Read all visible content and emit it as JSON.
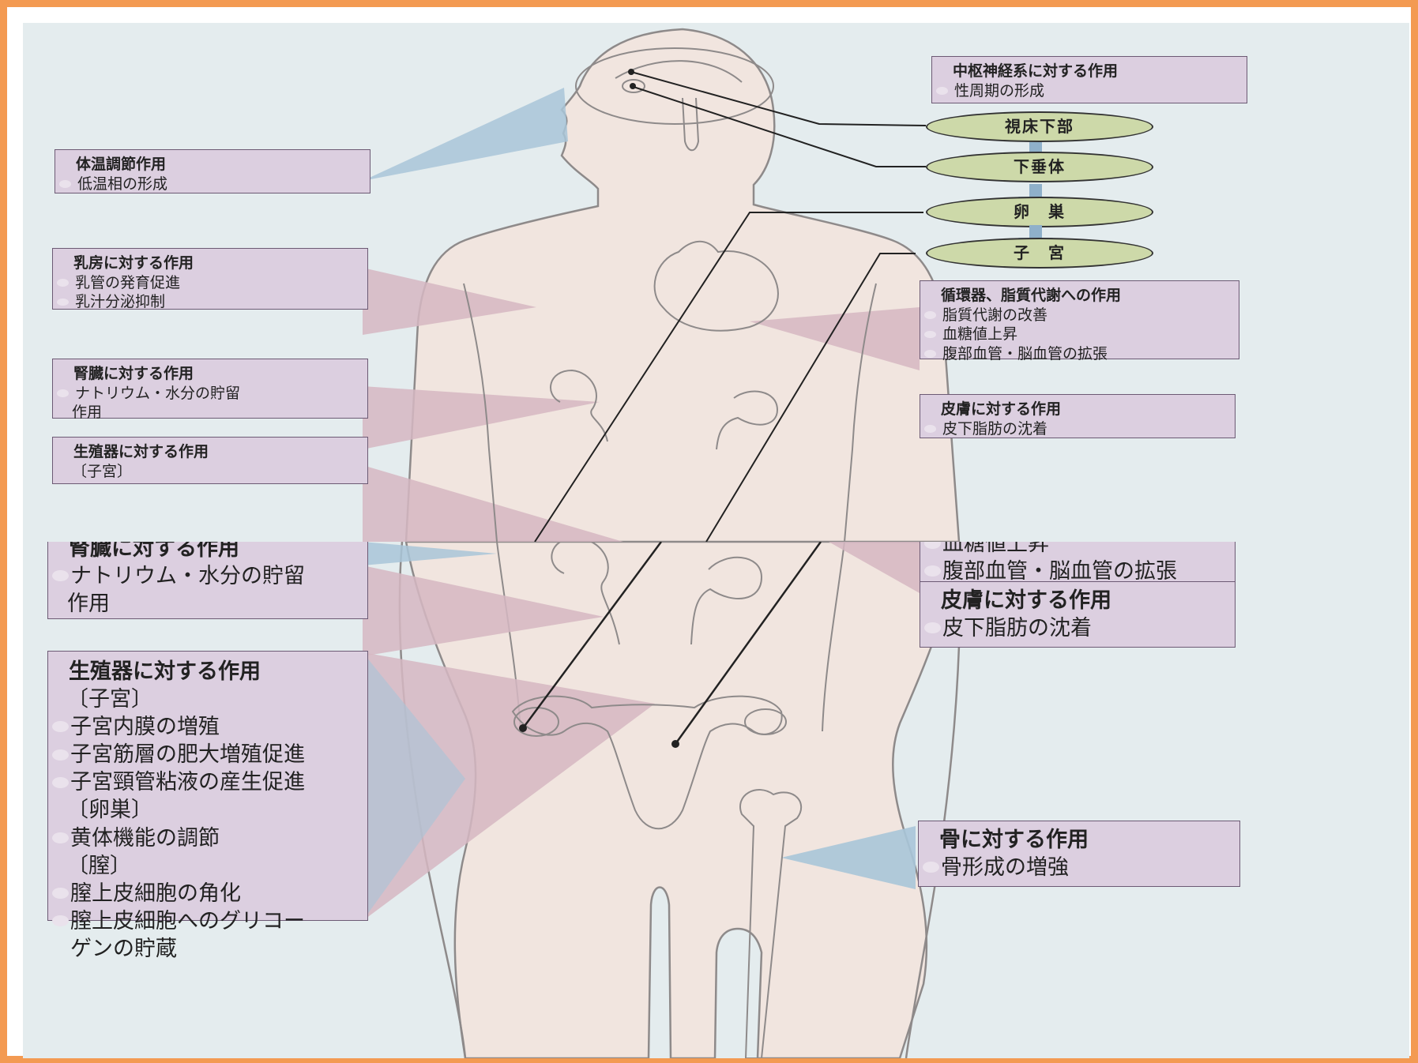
{
  "boxes": {
    "cns": {
      "title": "中枢神経系に対する作用",
      "items": [
        "性周期の形成"
      ]
    },
    "thermo": {
      "title": "体温調節作用",
      "items": [
        "低温相の形成"
      ]
    },
    "breast": {
      "title": "乳房に対する作用",
      "items": [
        "乳管の発育促進",
        "乳汁分泌抑制"
      ]
    },
    "circ": {
      "title": "循環器、脂質代謝への作用",
      "items": [
        "脂質代謝の改善",
        "血糖値上昇",
        "腹部血管・脳血管の拡張"
      ]
    },
    "kidney": {
      "title": "腎臓に対する作用",
      "items": [
        "ナトリウム・水分の貯留",
        "作用"
      ]
    },
    "skin": {
      "title": "皮膚に対する作用",
      "items": [
        "皮下脂肪の沈着"
      ]
    },
    "repro_partial": {
      "title": "生殖器に対する作用",
      "sub": "〔子宮〕"
    },
    "circ_partial": {
      "items": [
        "血糖値上昇",
        "腹部血管・脳血管の拡張"
      ]
    },
    "kidney2": {
      "title": "腎臓に対する作用",
      "items": [
        "ナトリウム・水分の貯留",
        "作用"
      ]
    },
    "skin2": {
      "title": "皮膚に対する作用",
      "items": [
        "皮下脂肪の沈着"
      ]
    },
    "repro": {
      "title": "生殖器に対する作用",
      "uterus": "〔子宮〕",
      "uterus_items": [
        "子宮内膜の増殖",
        "子宮筋層の肥大増殖促進",
        "子宮頸管粘液の産生促進"
      ],
      "ovary": "〔卵巣〕",
      "ovary_items": [
        "黄体機能の調節"
      ],
      "vagina": "〔膣〕",
      "vagina_items": [
        "膣上皮細胞の角化",
        "膣上皮細胞へのグリコー",
        "ゲンの貯蔵"
      ]
    },
    "bone": {
      "title": "骨に対する作用",
      "items": [
        "骨形成の増強"
      ]
    }
  },
  "cascade": [
    "視床下部",
    "下垂体",
    "卵　巣",
    "子　宮"
  ],
  "colors": {
    "frame": "#f39a52",
    "background": "#e4ecee",
    "body": "#f1e5df",
    "box": "#dccfe0",
    "oval": "#cdd9a9",
    "arrow": "#8fb0ca",
    "wedge_blue": "#a9c5d8",
    "wedge_pink": "#d6b7c2"
  }
}
